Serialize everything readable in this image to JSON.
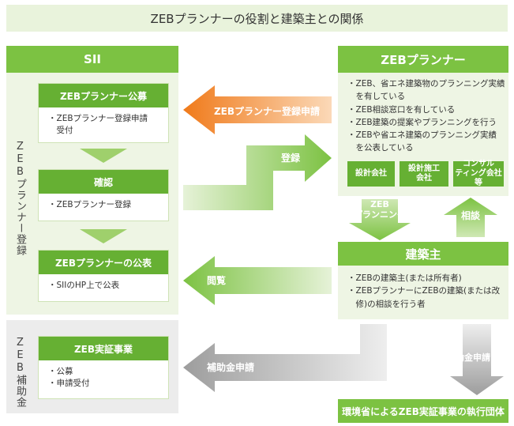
{
  "title": "ZEBプランナーの役割と建築主との関係",
  "sii": {
    "header": "SII",
    "side_label_top": "ZEBプランナー登録",
    "side_label_bottom": "ZEB補助金",
    "step1": {
      "title": "ZEBプランナー公募",
      "body": "・ZEBプランナー登録申請\n　受付"
    },
    "step2": {
      "title": "確認",
      "body": "・ZEBプランナー登録"
    },
    "step3": {
      "title": "ZEBプランナーの公表",
      "body": "・SIIのHP上で公表"
    },
    "step4": {
      "title": "ZEB実証事業",
      "body": "・公募\n・申請受付"
    }
  },
  "planner": {
    "header": "ZEBプランナー",
    "bullets": [
      "・ZEB、省エネ建築物のプランニング実績\n　を有している",
      "・ZEB相談窓口を有している",
      "・ZEB建築の提案やプランニングを行う",
      "・ZEBや省エネ建築のプランニング実績\n　を公表している"
    ],
    "chips": [
      "設計会社",
      "設計施工\n会社",
      "コンサル\nティング会社等"
    ]
  },
  "owner": {
    "header": "建築主",
    "bullets": [
      "・ZEBの建築主(または所有者)",
      "・ZEBプランナーにZEBの建築(または改\n　修)の相談を行う者"
    ]
  },
  "executor": {
    "label": "環境省によるZEB実証事業の執行団体"
  },
  "arrows": {
    "apply": "ZEBプランナー登録申請",
    "register": "登録",
    "planning": "ZEB\nプランニング",
    "consult": "相談",
    "browse": "閲覧",
    "subsidy_apply": "補助金申請",
    "subsidy_apply_vertical": "補助金申請"
  }
}
